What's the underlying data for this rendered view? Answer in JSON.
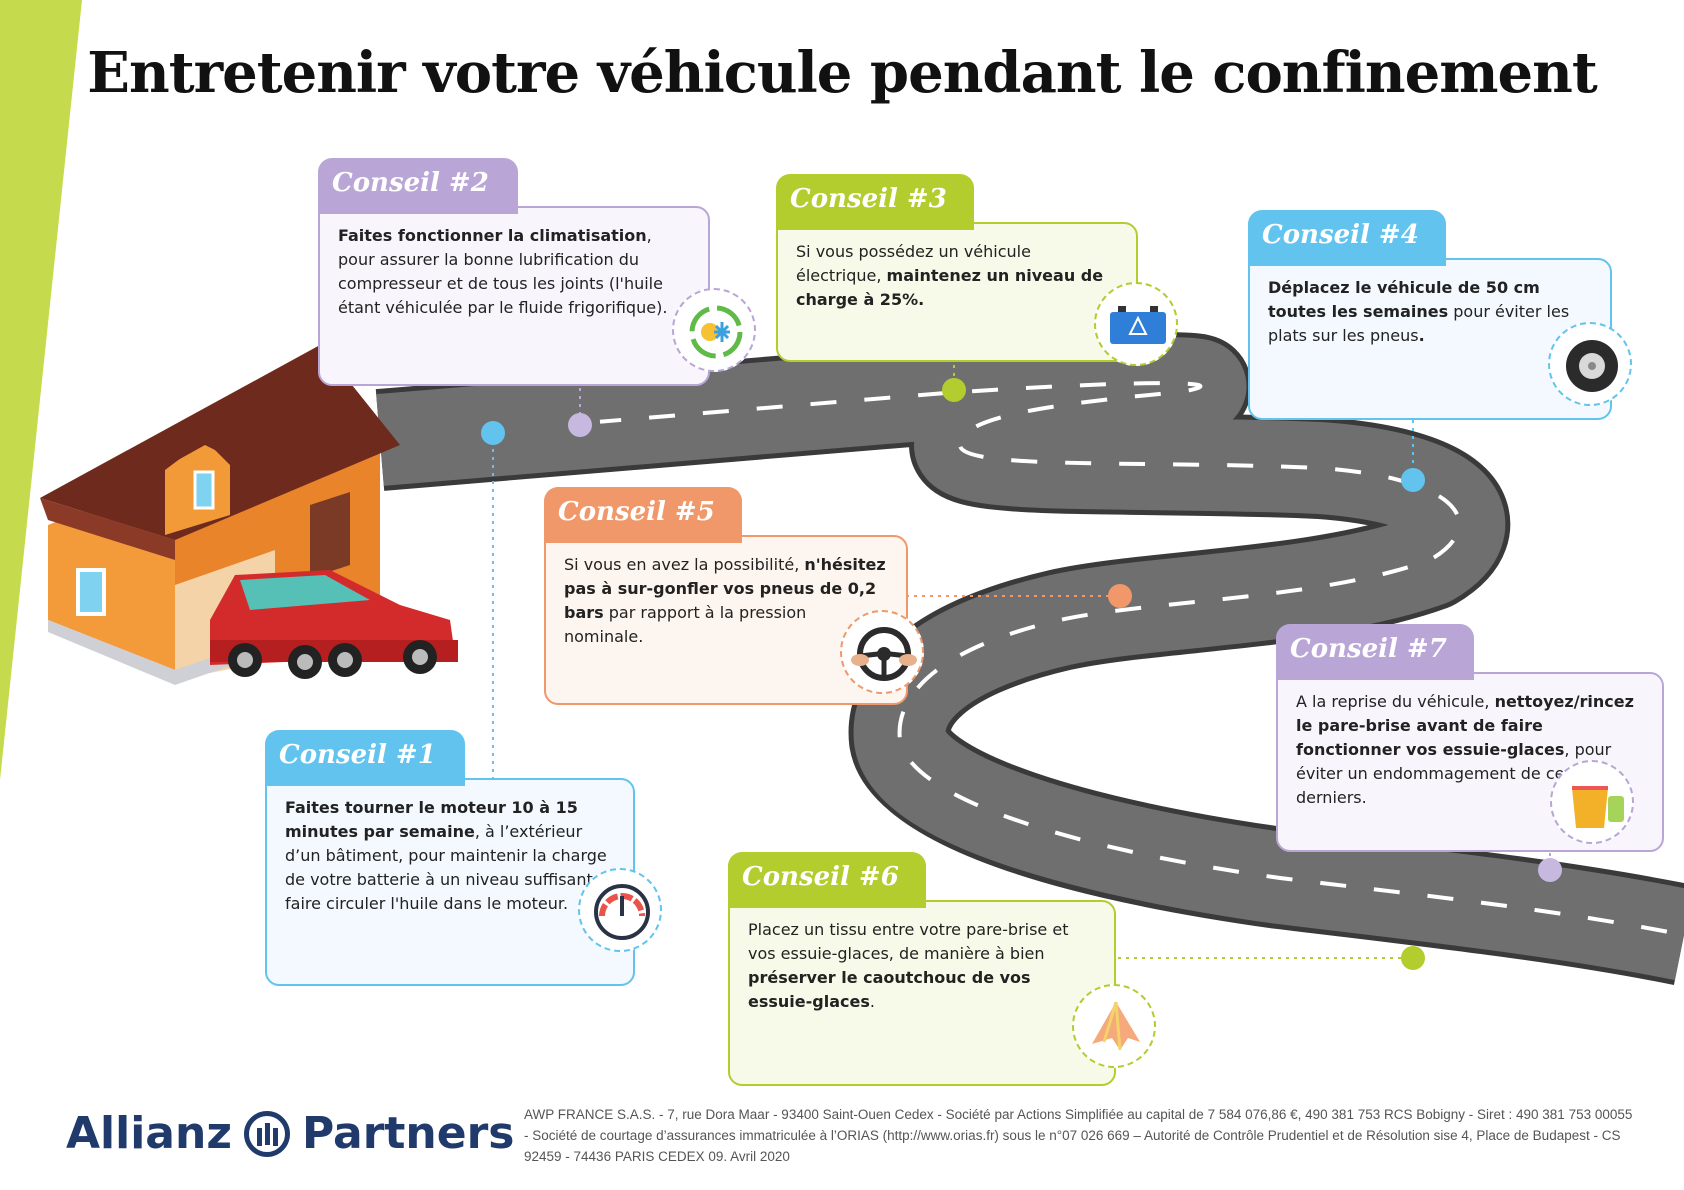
{
  "title": "Entretenir votre véhicule pendant le confinement",
  "colors": {
    "purple": "#b9a6d6",
    "green": "#b3cc2e",
    "blue": "#62c4ee",
    "orange": "#f0986a",
    "road": "#6f6f6f",
    "stripe": "#c5da4c",
    "brand": "#1f3a6b"
  },
  "tips": [
    {
      "tab": "Conseil #1",
      "color": "blue",
      "icon": "speedometer-icon",
      "parts": [
        {
          "b": "Faites tourner le moteur 10 à 15 minutes par semaine"
        },
        {
          "t": ", à l’extérieur d’un bâtiment, pour maintenir la charge de votre batterie à un niveau suffisant et faire circuler l'huile dans le moteur."
        }
      ]
    },
    {
      "tab": "Conseil #2",
      "color": "purple",
      "icon": "air-conditioning-icon",
      "parts": [
        {
          "b": "Faites fonctionner la climatisation"
        },
        {
          "t": ", pour assurer la bonne lubrification du compresseur et de tous les joints (l'huile étant véhiculée par le fluide frigorifique)."
        }
      ]
    },
    {
      "tab": "Conseil #3",
      "color": "green",
      "icon": "battery-icon",
      "parts": [
        {
          "t": "Si vous possédez un véhicule électrique, "
        },
        {
          "b": "maintenez un niveau de charge à 25%."
        }
      ]
    },
    {
      "tab": "Conseil #4",
      "color": "blue",
      "icon": "tire-icon",
      "parts": [
        {
          "b": "Déplacez le véhicule de 50 cm toutes les semaines"
        },
        {
          "t": " pour éviter les plats sur les pneus"
        },
        {
          "b": "."
        }
      ]
    },
    {
      "tab": "Conseil #5",
      "color": "orange",
      "icon": "steering-wheel-icon",
      "parts": [
        {
          "t": "Si vous en avez la possibilité, "
        },
        {
          "b": "n'hésitez pas à sur-gonfler vos pneus de 0,2 bars"
        },
        {
          "t": " par rapport à la pression nominale."
        }
      ]
    },
    {
      "tab": "Conseil #6",
      "color": "green",
      "icon": "cloth-icon",
      "parts": [
        {
          "t": "Placez un tissu entre votre pare-brise et vos essuie-glaces, de manière à bien "
        },
        {
          "b": "préserver le caoutchouc de vos essuie-glaces"
        },
        {
          "t": "."
        }
      ]
    },
    {
      "tab": "Conseil #7",
      "color": "purple",
      "icon": "bucket-icon",
      "parts": [
        {
          "t": "A la reprise du véhicule, "
        },
        {
          "b": "nettoyez/rincez le pare-brise avant de faire fonctionner vos essuie-glaces"
        },
        {
          "t": ", pour éviter un endommagement de ces derniers."
        }
      ]
    }
  ],
  "footer": {
    "brand": "Allianz",
    "brand_suffix": "Partners",
    "legal": "AWP FRANCE S.A.S. - 7, rue Dora Maar - 93400 Saint-Ouen Cedex - Société par Actions Simplifiée au capital de 7 584 076,86 €, 490 381 753 RCS Bobigny - Siret : 490 381 753 00055 - Société de courtage d’assurances immatriculée à l’ORIAS (http://www.orias.fr) sous le n°07 026 669 – Autorité de Contrôle Prudentiel et de Résolution sise 4, Place de Budapest - CS 92459 - 74436 PARIS CEDEX 09. Avril 2020"
  }
}
